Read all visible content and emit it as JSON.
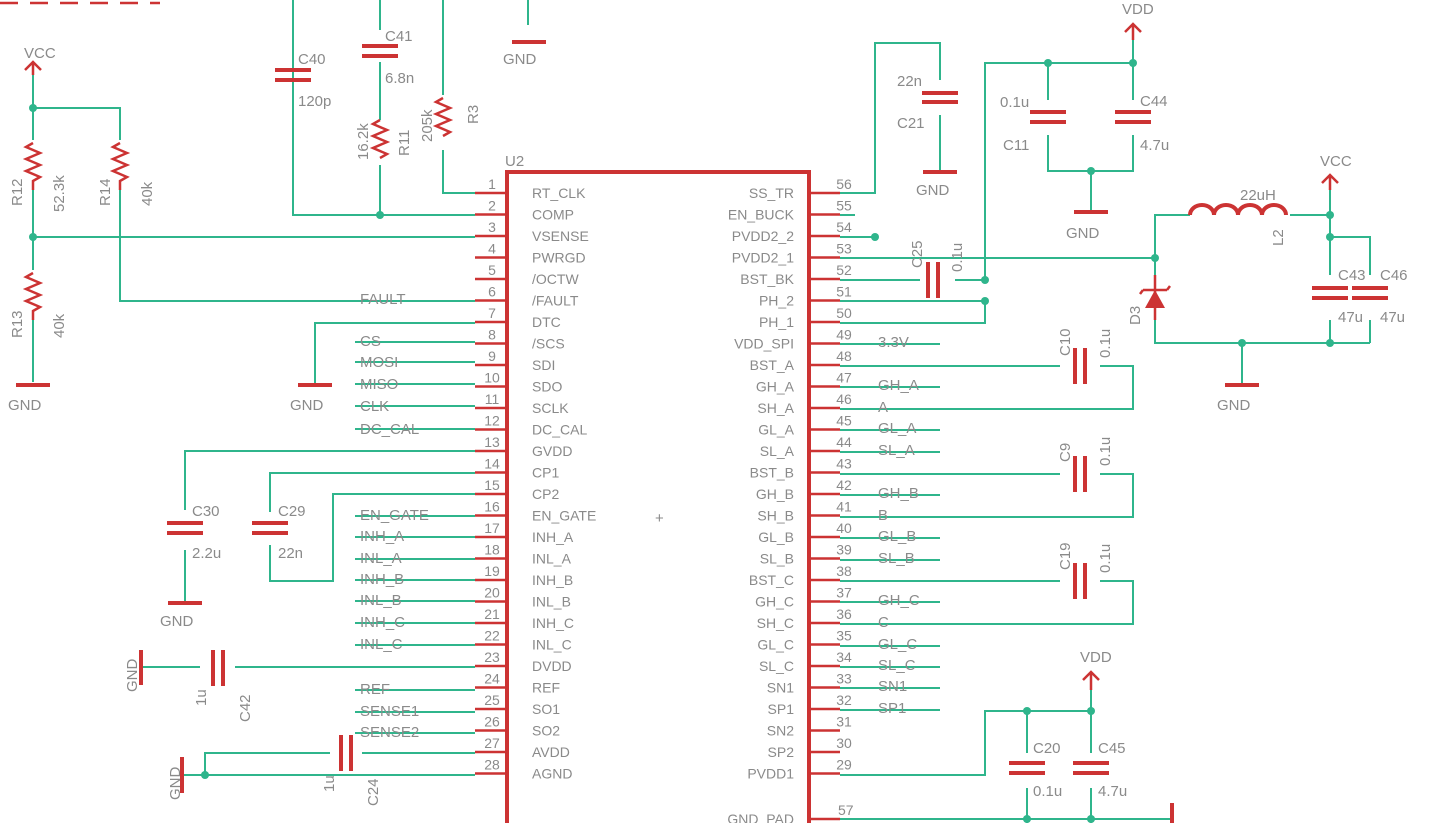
{
  "ic": {
    "ref": "U2",
    "left_pins": [
      {
        "num": "1",
        "name": "RT_CLK"
      },
      {
        "num": "2",
        "name": "COMP"
      },
      {
        "num": "3",
        "name": "VSENSE"
      },
      {
        "num": "4",
        "name": "PWRGD"
      },
      {
        "num": "5",
        "name": "/OCTW"
      },
      {
        "num": "6",
        "name": "/FAULT"
      },
      {
        "num": "7",
        "name": "DTC"
      },
      {
        "num": "8",
        "name": "/SCS"
      },
      {
        "num": "9",
        "name": "SDI"
      },
      {
        "num": "10",
        "name": "SDO"
      },
      {
        "num": "11",
        "name": "SCLK"
      },
      {
        "num": "12",
        "name": "DC_CAL"
      },
      {
        "num": "13",
        "name": "GVDD"
      },
      {
        "num": "14",
        "name": "CP1"
      },
      {
        "num": "15",
        "name": "CP2"
      },
      {
        "num": "16",
        "name": "EN_GATE"
      },
      {
        "num": "17",
        "name": "INH_A"
      },
      {
        "num": "18",
        "name": "INL_A"
      },
      {
        "num": "19",
        "name": "INH_B"
      },
      {
        "num": "20",
        "name": "INL_B"
      },
      {
        "num": "21",
        "name": "INH_C"
      },
      {
        "num": "22",
        "name": "INL_C"
      },
      {
        "num": "23",
        "name": "DVDD"
      },
      {
        "num": "24",
        "name": "REF"
      },
      {
        "num": "25",
        "name": "SO1"
      },
      {
        "num": "26",
        "name": "SO2"
      },
      {
        "num": "27",
        "name": "AVDD"
      },
      {
        "num": "28",
        "name": "AGND"
      }
    ],
    "right_pins": [
      {
        "num": "56",
        "name": "SS_TR"
      },
      {
        "num": "55",
        "name": "EN_BUCK"
      },
      {
        "num": "54",
        "name": "PVDD2_2"
      },
      {
        "num": "53",
        "name": "PVDD2_1"
      },
      {
        "num": "52",
        "name": "BST_BK"
      },
      {
        "num": "51",
        "name": "PH_2"
      },
      {
        "num": "50",
        "name": "PH_1"
      },
      {
        "num": "49",
        "name": "VDD_SPI"
      },
      {
        "num": "48",
        "name": "BST_A"
      },
      {
        "num": "47",
        "name": "GH_A"
      },
      {
        "num": "46",
        "name": "SH_A"
      },
      {
        "num": "45",
        "name": "GL_A"
      },
      {
        "num": "44",
        "name": "SL_A"
      },
      {
        "num": "43",
        "name": "BST_B"
      },
      {
        "num": "42",
        "name": "GH_B"
      },
      {
        "num": "41",
        "name": "SH_B"
      },
      {
        "num": "40",
        "name": "GL_B"
      },
      {
        "num": "39",
        "name": "SL_B"
      },
      {
        "num": "38",
        "name": "BST_C"
      },
      {
        "num": "37",
        "name": "GH_C"
      },
      {
        "num": "36",
        "name": "SH_C"
      },
      {
        "num": "35",
        "name": "GL_C"
      },
      {
        "num": "34",
        "name": "SL_C"
      },
      {
        "num": "33",
        "name": "SN1"
      },
      {
        "num": "32",
        "name": "SP1"
      },
      {
        "num": "31",
        "name": "SN2"
      },
      {
        "num": "30",
        "name": "SP2"
      },
      {
        "num": "29",
        "name": "PVDD1"
      }
    ],
    "bottom_pin": {
      "num": "57",
      "name": "GND_PAD"
    }
  },
  "left_nets": [
    "FAULT",
    "CS",
    "MOSI",
    "MISO",
    "CLK",
    "DC_CAL",
    "EN_GATE",
    "INH_A",
    "INL_A",
    "INH_B",
    "INL_B",
    "INH_C",
    "INL_C",
    "REF",
    "SENSE1",
    "SENSE2"
  ],
  "right_nets": [
    "3.3V",
    "GH_A",
    "A",
    "GL_A",
    "SL_A",
    "GH_B",
    "B",
    "GL_B",
    "SL_B",
    "GH_C",
    "C",
    "GL_C",
    "SL_C",
    "SN1",
    "SP1"
  ],
  "power": {
    "vcc": "VCC",
    "vdd": "VDD",
    "gnd": "GND"
  },
  "parts": {
    "c40": {
      "ref": "C40",
      "val": "120p"
    },
    "c41": {
      "ref": "C41",
      "val": "6.8n"
    },
    "r11": {
      "ref": "R11",
      "val": "16.2k"
    },
    "r3": {
      "ref": "R3",
      "val": "205k"
    },
    "r12": {
      "ref": "R12",
      "val": "52.3k"
    },
    "r14": {
      "ref": "R14",
      "val": "40k"
    },
    "r13": {
      "ref": "R13",
      "val": "40k"
    },
    "c21": {
      "ref": "C21",
      "val": "22n"
    },
    "c11": {
      "ref": "C11",
      "val": "0.1u"
    },
    "c44": {
      "ref": "C44",
      "val": "4.7u"
    },
    "c25": {
      "ref": "C25",
      "val": "0.1u"
    },
    "l2": {
      "ref": "L2",
      "val": "22uH"
    },
    "d3": {
      "ref": "D3"
    },
    "c43": {
      "ref": "C43",
      "val": "47u"
    },
    "c46": {
      "ref": "C46",
      "val": "47u"
    },
    "c10": {
      "ref": "C10",
      "val": "0.1u"
    },
    "c9": {
      "ref": "C9",
      "val": "0.1u"
    },
    "c19": {
      "ref": "C19",
      "val": "0.1u"
    },
    "c30": {
      "ref": "C30",
      "val": "2.2u"
    },
    "c29": {
      "ref": "C29",
      "val": "22n"
    },
    "c42": {
      "ref": "C42",
      "val": "1u"
    },
    "c24": {
      "ref": "C24",
      "val": "1u"
    },
    "c20": {
      "ref": "C20",
      "val": "0.1u"
    },
    "c45": {
      "ref": "C45",
      "val": "4.7u"
    }
  }
}
